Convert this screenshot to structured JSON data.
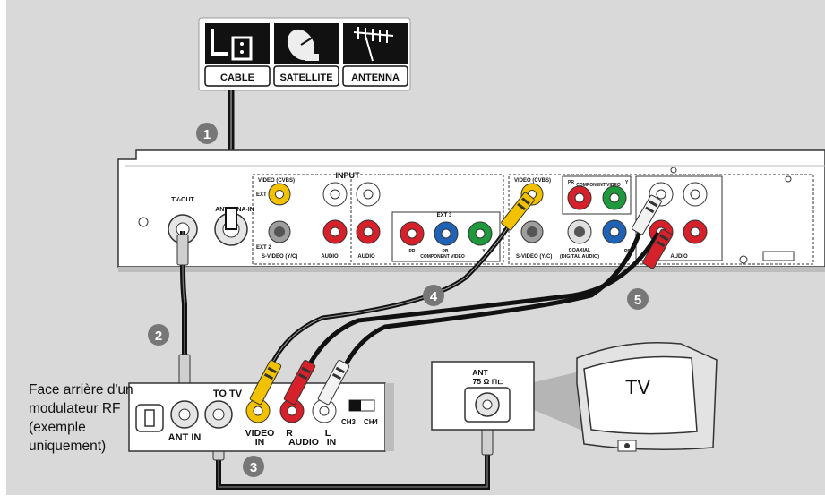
{
  "sources": {
    "cable": "CABLE",
    "satellite": "SATELLITE",
    "antenna": "ANTENNA"
  },
  "steps": [
    "1",
    "2",
    "3",
    "4",
    "5"
  ],
  "recorder": {
    "tv_out": "TV-OUT",
    "antenna_in": "ANTENNA-IN",
    "input": "INPUT",
    "video_cvbs_1": "VIDEO (CVBS)",
    "ext1": "EXT 1",
    "ext2": "EXT 2",
    "svideo_1": "S-VIDEO (Y/C)",
    "audio_1": "AUDIO",
    "audio_2": "AUDIO",
    "ext3": "EXT 3",
    "pr_1": "PR",
    "pb_1": "PB",
    "y_1": "Y",
    "component_video_1": "COMPONENT VIDEO",
    "video_cvbs_2": "VIDEO (CVBS)",
    "svideo_2": "S-VIDEO (Y/C)",
    "pr_2": "PR",
    "component_video_2": "COMPONENT VIDEO",
    "y_2": "Y",
    "pb_2": "PB",
    "coaxial": "COAXIAL",
    "digital_audio": "(DIGITAL AUDIO)",
    "audio_out": "AUDIO"
  },
  "modulator": {
    "to_tv": "TO TV",
    "ant_in": "ANT IN",
    "video": "VIDEO",
    "video_in": "IN",
    "r": "R",
    "audio": "AUDIO",
    "l": "L",
    "l_in": "IN",
    "ch3": "CH3",
    "ch4": "CH4"
  },
  "tv_panel": {
    "ant": "ANT",
    "ohm": "75 Ω ⊓⊏"
  },
  "tv_label": "TV",
  "caption": "Face arrière d'un modulateur RF (exemple uniquement)"
}
